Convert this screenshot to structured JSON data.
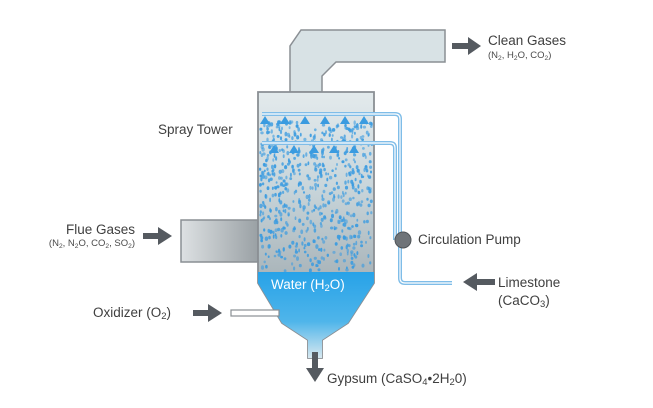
{
  "colors": {
    "tower_outline": "#8a8f94",
    "tower_top": "#dfe7ea",
    "tower_bottom": "#8d9398",
    "spray_dot": "#3a9be0",
    "water": "#2aa3e6",
    "pipe": "#7fbde8",
    "inlet_pipe": "#bfc4c8",
    "arrow": "#555a60",
    "pump": "#6f7479"
  },
  "labels": {
    "clean_gases": "Clean Gases",
    "clean_gases_formula": "(N2, H2O, CO2)",
    "spray_tower": "Spray Tower",
    "flue_gases": "Flue Gases",
    "flue_gases_formula": "(N2, N2O, CO2, SO2)",
    "circulation_pump": "Circulation Pump",
    "water": "Water (H2O)",
    "limestone": "Limestone",
    "limestone_formula": "(CaCO3)",
    "oxidizer": "Oxidizer (O2)",
    "gypsum": "Gypsum (CaSO4•2H2O)"
  },
  "icons": {
    "flow_arrow": "arrow-icon",
    "spray_nozzle": "nozzle-icon",
    "pump": "pump-icon"
  }
}
